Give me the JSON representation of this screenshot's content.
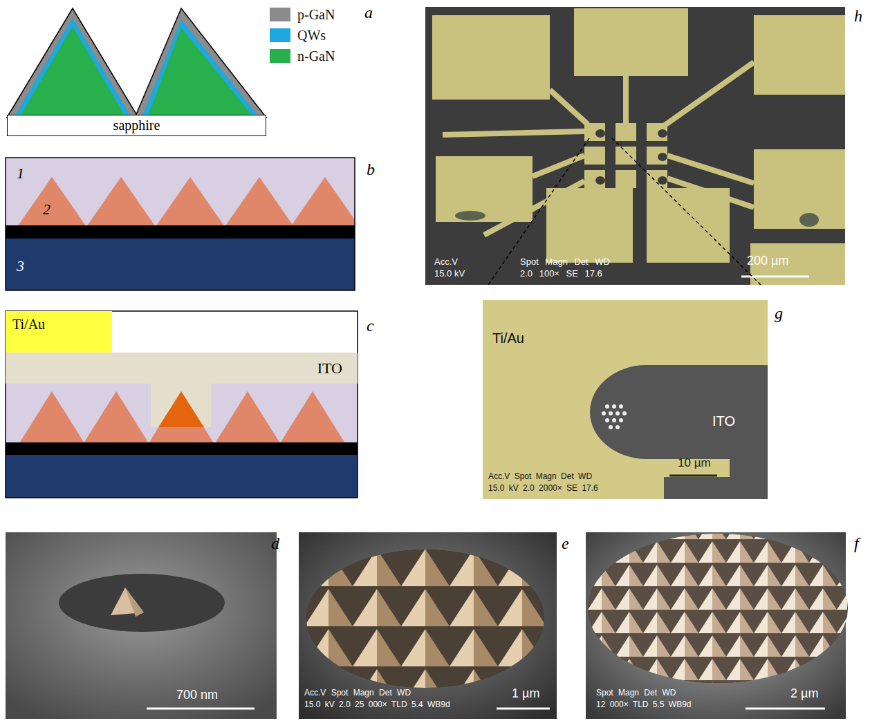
{
  "diagram": {
    "nodes": [
      {
        "text": [
          "sapphire"
        ]
      },
      {
        "text": [
          "Ti/Au"
        ]
      },
      {
        "text": [
          "ITO"
        ]
      }
    ],
    "labels": [
      "a",
      "b",
      "c",
      "d",
      "e",
      "f",
      "g",
      "h",
      "1",
      "2",
      "3",
      "Acc.V",
      "Spot Magn Det WD",
      "15.0 kV",
      "2.0 100× SE 17.6",
      "200 µm",
      "Ti/Au",
      "ITO",
      "10 µm",
      "Acc.V Spot Magn Det WD",
      "15.0 kV 2.0 2000× SE 17.6",
      "700 nm",
      "Acc.V Spot Magn Det WD",
      "15.0 kV 2.0 25 000× TLD 5.4 WB9d",
      "1 µm",
      "Spot Magn Det WD",
      "12 000× TLD 5.5 WB9d",
      "2 µm"
    ],
    "legend": [
      {
        "text": "p-GaN",
        "color": "#8c8c8c"
      },
      {
        "text": "QWs",
        "color": "#1ea8e0"
      },
      {
        "text": "n-GaN",
        "color": "#27b04b"
      }
    ]
  }
}
